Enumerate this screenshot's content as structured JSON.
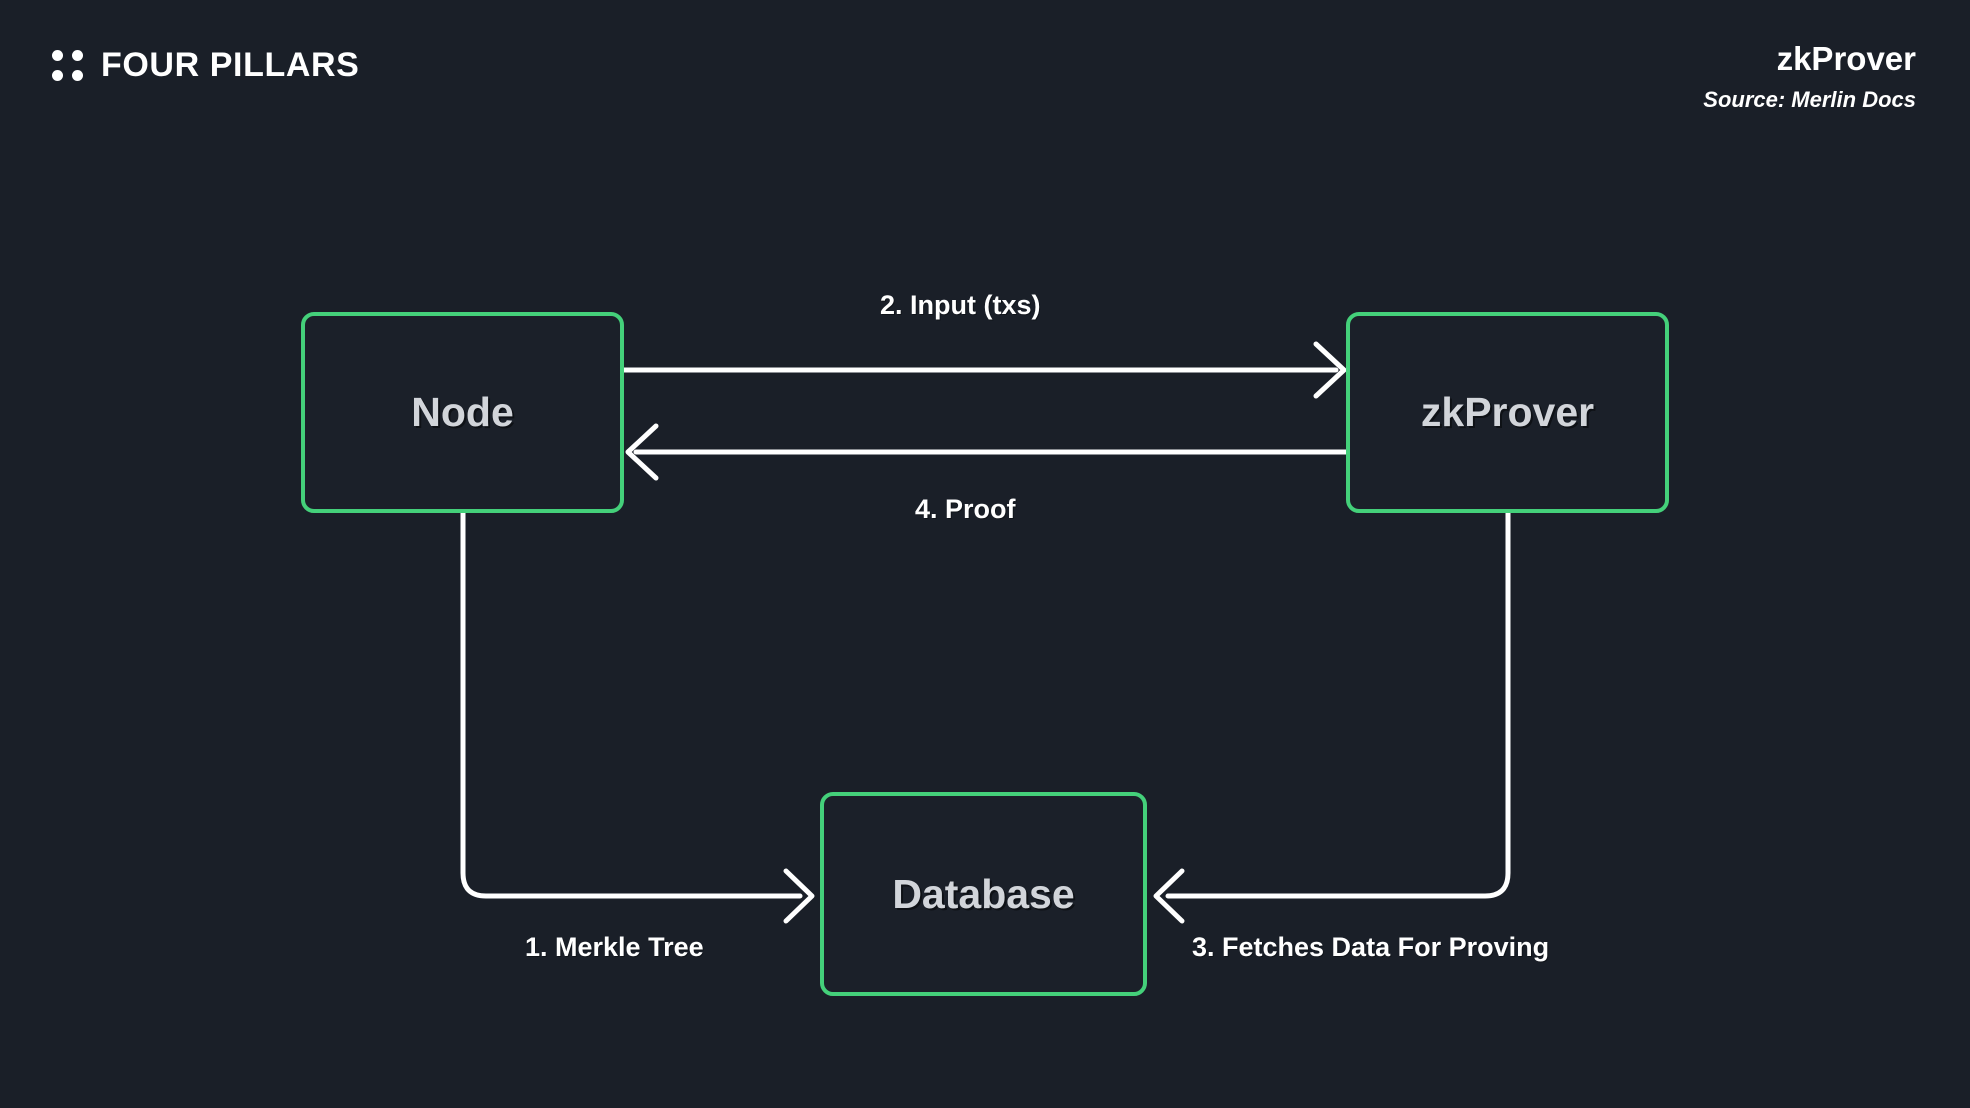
{
  "colors": {
    "background": "#1a1f28",
    "node_border": "#44d07a",
    "node_fill": "#1b2029",
    "node_text": "#d2d5da",
    "edge": "#ffffff",
    "header_text": "#ffffff"
  },
  "header": {
    "brand": "FOUR PILLARS",
    "brand_icon": "four-dots-logo",
    "title": "zkProver",
    "source": "Source: Merlin Docs"
  },
  "diagram": {
    "type": "flowchart",
    "nodes": [
      {
        "id": "node",
        "label": "Node"
      },
      {
        "id": "zkprover",
        "label": "zkProver"
      },
      {
        "id": "database",
        "label": "Database"
      }
    ],
    "edges": [
      {
        "step": "1",
        "label": "1.  Merkle Tree",
        "from": "node",
        "to": "database"
      },
      {
        "step": "2",
        "label": "2.  Input (txs)",
        "from": "node",
        "to": "zkprover"
      },
      {
        "step": "3",
        "label": "3.  Fetches Data For Proving",
        "from": "zkprover",
        "to": "database"
      },
      {
        "step": "4",
        "label": "4.  Proof",
        "from": "zkprover",
        "to": "node"
      }
    ]
  }
}
